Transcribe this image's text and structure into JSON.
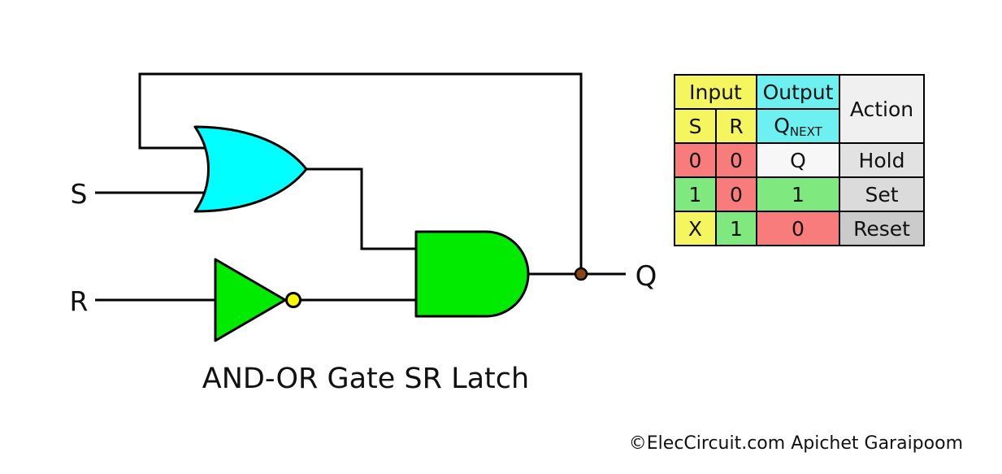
{
  "circuit": {
    "title": "AND-OR Gate SR Latch",
    "labels": {
      "s_input": "S",
      "r_input": "R",
      "q_output": "Q"
    },
    "colors": {
      "or_gate_fill": "#00FFFF",
      "and_gate_fill": "#00EB00",
      "not_gate_fill": "#00EB00",
      "inverter_bubble_fill": "#F8F800",
      "junction_dot_fill": "#8B4513",
      "wire": "#000000"
    }
  },
  "truth_table": {
    "headers": {
      "input": "Input",
      "output": "Output",
      "action": "Action",
      "s": "S",
      "r": "R",
      "q_next_base": "Q",
      "q_next_sub": "NEXT"
    },
    "rows": [
      {
        "s": "0",
        "r": "0",
        "q_next": "Q",
        "action": "Hold"
      },
      {
        "s": "1",
        "r": "0",
        "q_next": "1",
        "action": "Set"
      },
      {
        "s": "X",
        "r": "1",
        "q_next": "0",
        "action": "Reset"
      }
    ],
    "colors": {
      "input_header_yellow": "#F5F55F",
      "output_header_cyan": "#6FF0F0",
      "cell_red": "#F87C7C",
      "cell_green": "#7FE97F",
      "cell_white": "#F7F7F7",
      "action_header_gray": "#F0F0F0",
      "hold_gray": "#E2E2E2",
      "set_gray": "#DBDBDB",
      "reset_gray": "#CBCBCB",
      "border": "#000000"
    }
  },
  "footer": {
    "copyright": "©ElecCircuit.com Apichet Garaipoom"
  }
}
